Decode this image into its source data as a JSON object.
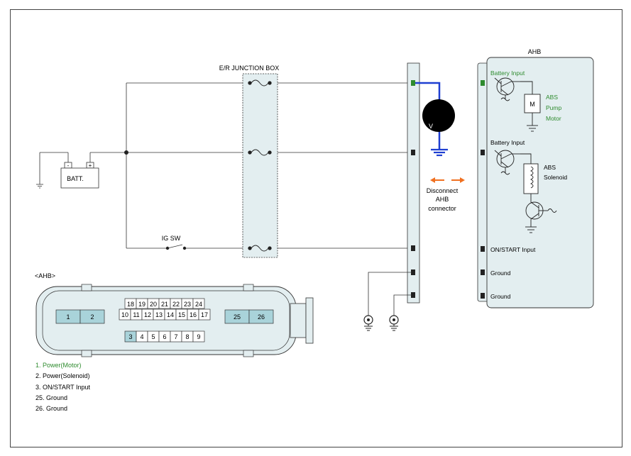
{
  "labels": {
    "junction_box": "E/R JUNCTION BOX",
    "ahb_title": "AHB",
    "batt": "BATT.",
    "batt_neg": "-",
    "batt_pos": "+",
    "ig_sw": "IG SW",
    "voltmeter": "V",
    "disconnect_1": "Disconnect",
    "disconnect_2": "AHB",
    "disconnect_3": "connector",
    "connector_title": "<AHB>"
  },
  "ahb_pins": [
    {
      "label": "Battery Input",
      "highlight": true
    },
    {
      "label": "Battery Input",
      "highlight": false
    },
    {
      "label": "ON/START Input",
      "highlight": false
    },
    {
      "label": "Ground",
      "highlight": false
    },
    {
      "label": "Ground",
      "highlight": false
    }
  ],
  "ahb_components": {
    "motor_symbol": "M",
    "motor_label_1": "ABS",
    "motor_label_2": "Pump",
    "motor_label_3": "Motor",
    "solenoid_label_1": "ABS",
    "solenoid_label_2": "Solenoid"
  },
  "connector_pins": {
    "row_top": [
      "18",
      "19",
      "20",
      "21",
      "22",
      "23",
      "24"
    ],
    "row_mid": [
      "10",
      "11",
      "12",
      "13",
      "14",
      "15",
      "16",
      "17"
    ],
    "row_bot": [
      "3",
      "4",
      "5",
      "6",
      "7",
      "8",
      "9"
    ],
    "left_block": [
      "1",
      "2"
    ],
    "right_block": [
      "25",
      "26"
    ]
  },
  "legend": [
    {
      "text": "1. Power(Motor)",
      "highlight": true
    },
    {
      "text": "2. Power(Solenoid)",
      "highlight": false
    },
    {
      "text": "3.  ON/START Input",
      "highlight": false
    },
    {
      "text": "25. Ground",
      "highlight": false
    },
    {
      "text": "26. Ground",
      "highlight": false
    }
  ],
  "colors": {
    "highlight_green": "#2e8b2e",
    "probe_blue": "#1f3fd1",
    "arrow_orange": "#f07020",
    "box_fill": "#e3eef0",
    "pin_fill": "#a9d3da"
  }
}
